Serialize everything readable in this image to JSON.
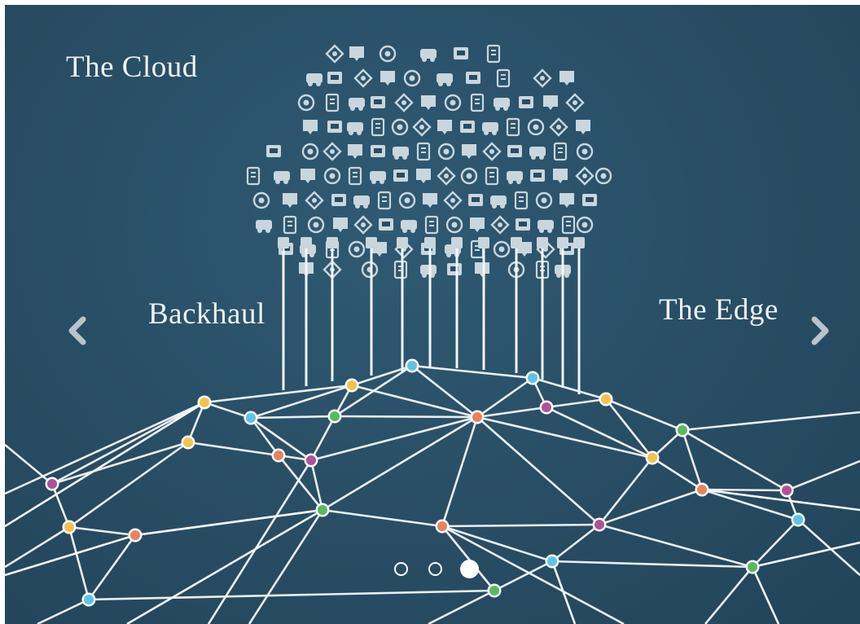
{
  "slide": {
    "cloud_label": "The Cloud",
    "backhaul_label": "Backhaul",
    "edge_label": "The Edge"
  },
  "controls": {
    "prev_icon": "chevron-left-icon",
    "next_icon": "chevron-right-icon",
    "dot_count": 3,
    "active_dot": 3
  },
  "colors": {
    "background": "#284d64",
    "lines": "#ffffff",
    "icons": "#c9d6dd",
    "node_yellow": "#f3c24f",
    "node_blue": "#5ec3ea",
    "node_green": "#5cb85c",
    "node_orange": "#e8835b",
    "node_purple": "#b0509a"
  }
}
